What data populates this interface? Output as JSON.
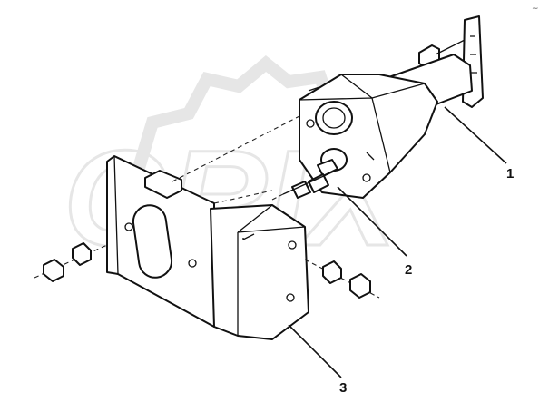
{
  "watermark": {
    "text": "ORIX",
    "gear_icon": "gear-watermark-icon"
  },
  "corner_mark": "~",
  "callouts": [
    {
      "label": "1",
      "part": "bracket-assembly"
    },
    {
      "label": "2",
      "part": "bolt-nut-set"
    },
    {
      "label": "3",
      "part": "mounting-plate-with-shield"
    }
  ],
  "colors": {
    "line": "#111111",
    "watermark": "#e6e6e6",
    "background": "#ffffff"
  }
}
